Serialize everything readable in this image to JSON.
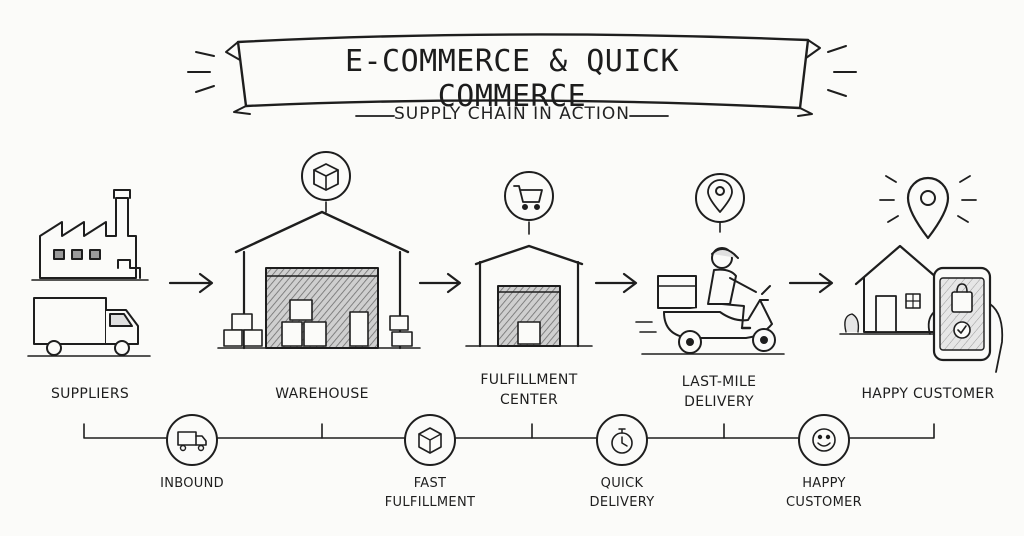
{
  "header": {
    "title": "E-COMMERCE & QUICK COMMERCE",
    "subtitle": "SUPPLY CHAIN IN ACTION"
  },
  "stages": [
    {
      "id": "suppliers",
      "label": "SUPPLIERS"
    },
    {
      "id": "warehouse",
      "label": "WAREHOUSE"
    },
    {
      "id": "fulfillment-center",
      "label": "FULFILLMENT\nCENTER"
    },
    {
      "id": "last-mile-delivery",
      "label": "LAST-MILE\nDELIVERY"
    },
    {
      "id": "happy-customer",
      "label": "HAPPY CUSTOMER"
    }
  ],
  "timeline": [
    {
      "label": "INBOUND",
      "icon": "truck-icon"
    },
    {
      "label": "FAST\nFULFILLMENT",
      "icon": "box-icon"
    },
    {
      "label": "QUICK\nDELIVERY",
      "icon": "stopwatch-icon"
    },
    {
      "label": "HAPPY\nCUSTOMER",
      "icon": "smiley-icon"
    }
  ],
  "icons": {
    "warehouse_badge": "box-icon",
    "fulfillment_badge": "cart-icon",
    "delivery_badge": "location-pin-icon",
    "customer_badge": "location-pin-icon"
  },
  "colors": {
    "ink": "#1e1e1e",
    "paper": "#fbfbf9",
    "shade": "#8a8a8a"
  }
}
